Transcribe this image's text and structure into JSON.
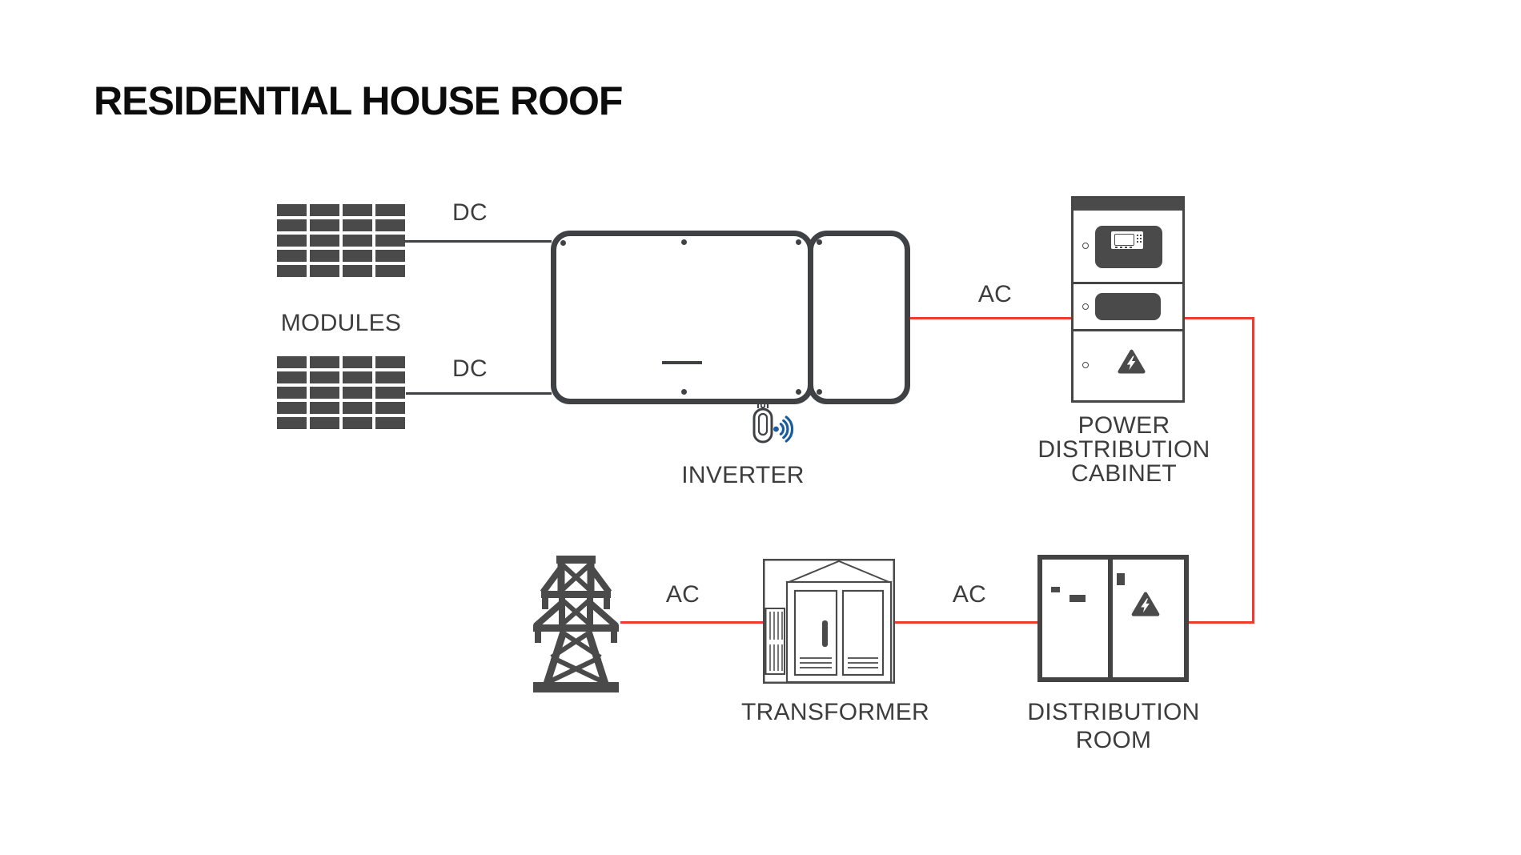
{
  "title": "RESIDENTIAL HOUSE ROOF",
  "colors": {
    "background": "#ffffff",
    "accent_red": "#f03a2e",
    "icon_dark_gray": "#4a4a4a",
    "outline_gray": "#3f4245",
    "label_gray": "#3d3d3d",
    "wifi_blue": "#1a5c9e",
    "title_black": "#0c0c0c"
  },
  "nodes": {
    "modules": {
      "label": "MODULES"
    },
    "inverter": {
      "label": "INVERTER"
    },
    "power_distribution_cabinet": {
      "label_lines": [
        "POWER",
        "DISTRIBUTION",
        "CABINET"
      ]
    },
    "transformer": {
      "label": "TRANSFORMER"
    },
    "distribution_room": {
      "label_lines": [
        "DISTRIBUTION",
        "ROOM"
      ]
    },
    "grid_tower": {
      "type": "transmission-tower"
    }
  },
  "connections": [
    {
      "from": "modules",
      "to": "inverter",
      "label": "DC",
      "style": "dark"
    },
    {
      "from": "modules",
      "to": "inverter",
      "label": "DC",
      "style": "dark"
    },
    {
      "from": "inverter",
      "to": "power_distribution_cabinet",
      "label": "AC",
      "style": "red"
    },
    {
      "from": "power_distribution_cabinet",
      "to": "distribution_room",
      "label": "",
      "style": "red"
    },
    {
      "from": "distribution_room",
      "to": "transformer",
      "label": "AC",
      "style": "red"
    },
    {
      "from": "transformer",
      "to": "grid_tower",
      "label": "AC",
      "style": "red"
    }
  ],
  "icons": {
    "solar-module-icon": "4x5 grid of dark cells",
    "antenna-icon": "wifi dongle under inverter",
    "wifi-icon": "dot with three signal arcs",
    "warning-icon": "triangle with lightning bolt",
    "transmission-tower-icon": "electricity pylon",
    "screw-icon": "small circle",
    "display-icon": "control panel screen"
  }
}
